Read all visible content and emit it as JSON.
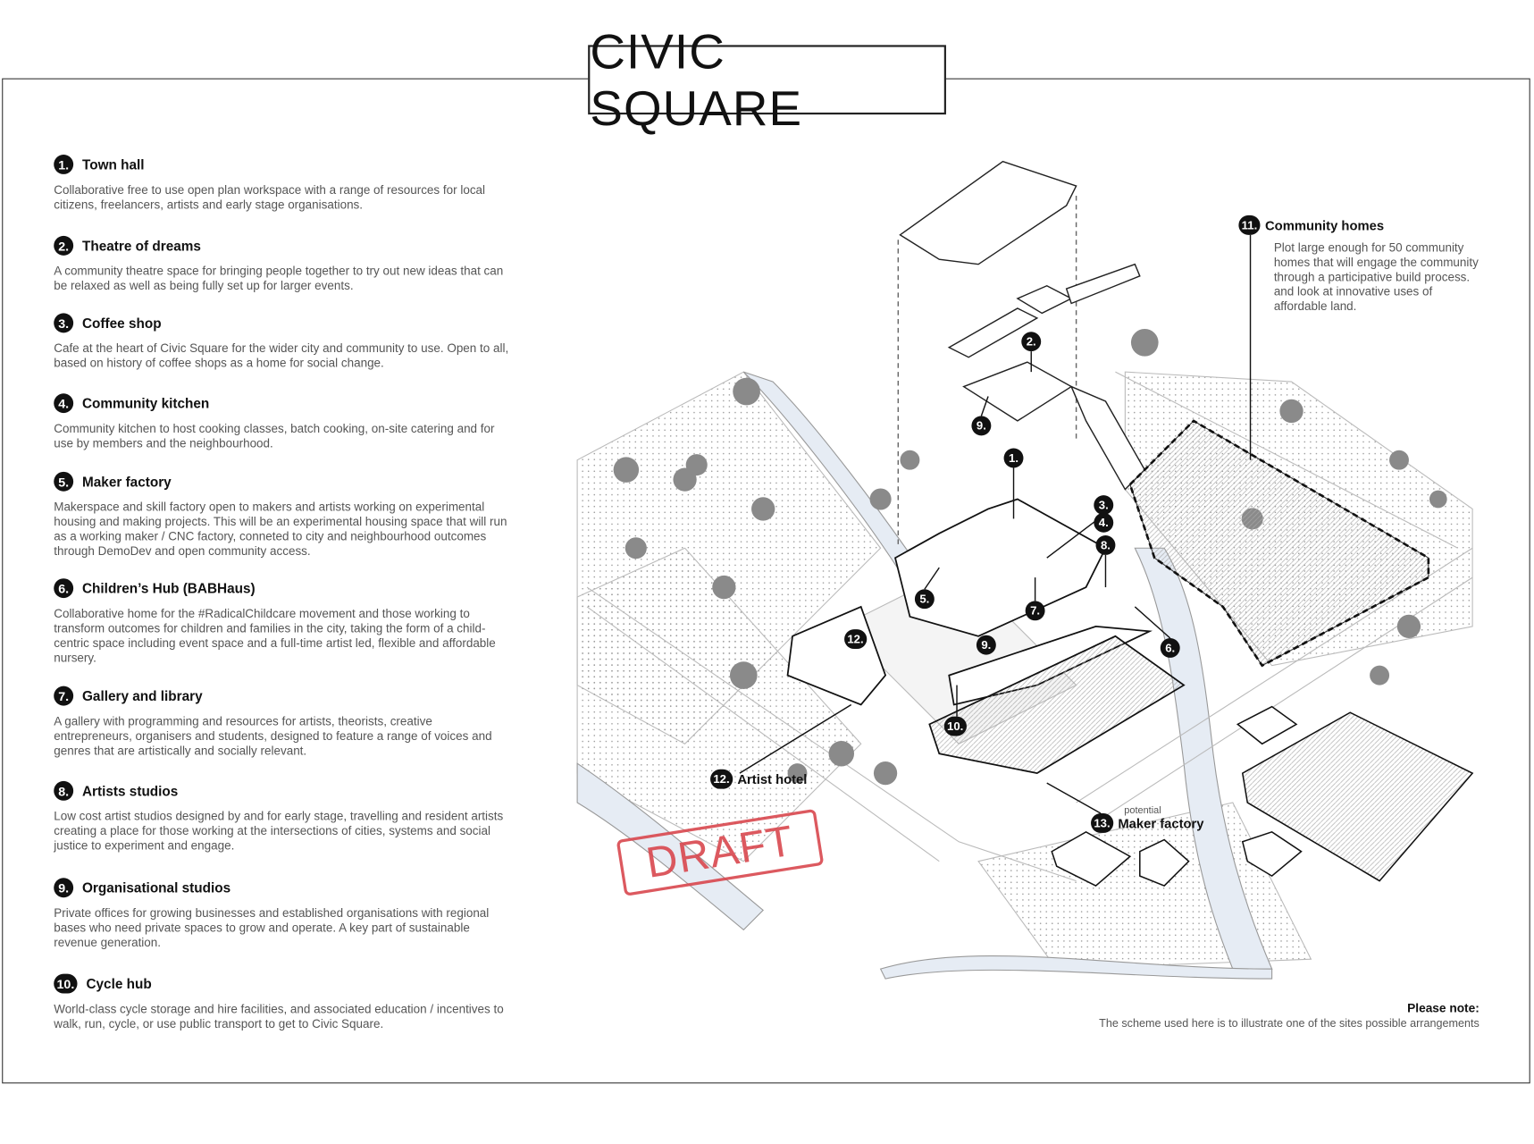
{
  "title": "CIVIC SQUARE",
  "legend": [
    {
      "num": "1.",
      "title": "Town hall",
      "body": "Collaborative free to use open plan workspace with a range of resources for local citizens, freelancers, artists and early stage organisations."
    },
    {
      "num": "2.",
      "title": "Theatre of dreams",
      "body": "A community theatre space for bringing people together to try out new ideas that can be relaxed as well as being fully set up for larger events."
    },
    {
      "num": "3.",
      "title": "Coffee shop",
      "body": "Cafe at the heart of Civic Square for the wider city and community to use. Open to all, based on history of coffee shops as a home for social change."
    },
    {
      "num": "4.",
      "title": "Community kitchen",
      "body": "Community kitchen to host cooking classes, batch cooking, on-site catering and for use by members and the neighbourhood."
    },
    {
      "num": "5.",
      "title": "Maker factory",
      "body": "Makerspace and skill factory open to makers and artists working on experimental housing and making projects. This will be an experimental housing space that will run as a working maker / CNC factory, conneted to city and neighbourhood outcomes through DemoDev and open community access."
    },
    {
      "num": "6.",
      "title": "Children’s Hub (BABHaus)",
      "body": "Collaborative home for the #RadicalChildcare movement and those working to transform outcomes for children and families in the city, taking the form of a child-centric space including event space and a full-time artist led, flexible and affordable nursery."
    },
    {
      "num": "7.",
      "title": "Gallery and library",
      "body": "A gallery with programming and resources for artists, theorists, creative entrepreneurs, organisers and students, designed to feature a range of voices and genres that are artistically and socially relevant."
    },
    {
      "num": "8.",
      "title": "Artists studios",
      "body": "Low cost artist studios designed by and for early stage, travelling and resident artists creating a place for those working at the intersections of cities, systems and social justice to experiment and engage."
    },
    {
      "num": "9.",
      "title": "Organisational studios",
      "body": "Private offices for growing businesses and established organisations with regional bases who need private spaces to grow and operate. A key part of sustainable revenue generation."
    },
    {
      "num": "10.",
      "title": "Cycle hub",
      "body": "World-class cycle storage and hire facilities, and associated education / incentives to walk, run, cycle, or use public transport to get to Civic Square."
    }
  ],
  "community_homes": {
    "num": "11.",
    "title": "Community homes",
    "body": "Plot large enough for 50 community homes that will engage the community through a participative build process. and look at innovative uses of affordable land."
  },
  "diagram_labels": {
    "l1": "1.",
    "l2": "2.",
    "l3": "3.",
    "l4": "4.",
    "l5": "5.",
    "l6": "6.",
    "l7": "7.",
    "l8": "8.",
    "l9a": "9.",
    "l9b": "9.",
    "l10": "10.",
    "l12a": "12.",
    "l12b": "12.",
    "artist_hotel": "Artist hotel",
    "l13": "13.",
    "potential": "potential",
    "maker_factory": "Maker factory"
  },
  "stamp": "DRAFT",
  "note": {
    "heading": "Please note:",
    "text": "The scheme used here is to illustrate one of the sites possible arrangements"
  },
  "colors": {
    "ink": "#111111",
    "river": "#e6ecf4",
    "tree": "#8a8a8a",
    "stamp": "#d9474e"
  }
}
